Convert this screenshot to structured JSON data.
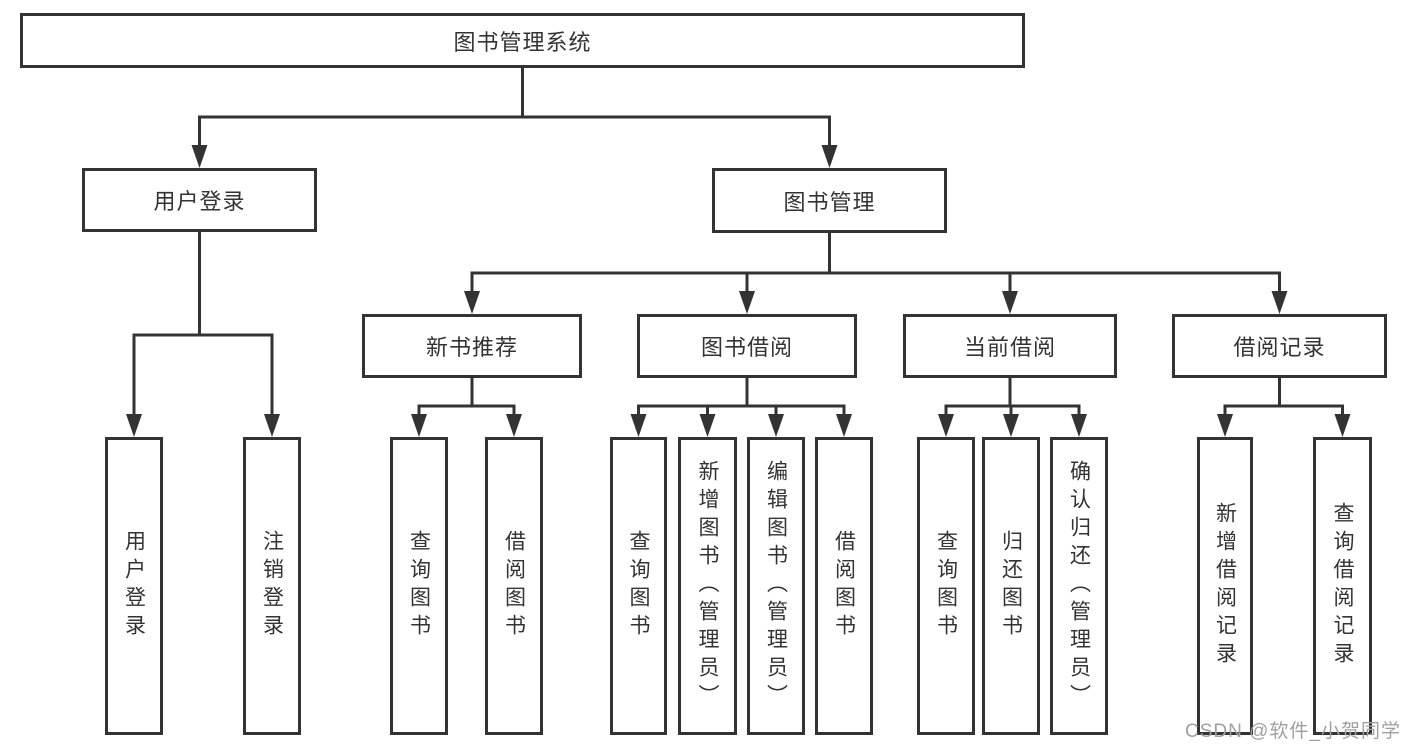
{
  "tree": {
    "root": {
      "label": "图书管理系统"
    },
    "login_branch": {
      "label": "用户登录",
      "children": [
        {
          "label": "用户登录"
        },
        {
          "label": "注销登录"
        }
      ]
    },
    "mgmt_branch": {
      "label": "图书管理",
      "groups": [
        {
          "label": "新书推荐",
          "children": [
            {
              "label": "查询图书"
            },
            {
              "label": "借阅图书"
            }
          ]
        },
        {
          "label": "图书借阅",
          "children": [
            {
              "label": "查询图书"
            },
            {
              "label": "新增图书（管理员）"
            },
            {
              "label": "编辑图书（管理员）"
            },
            {
              "label": "借阅图书"
            }
          ]
        },
        {
          "label": "当前借阅",
          "children": [
            {
              "label": "查询图书"
            },
            {
              "label": "归还图书"
            },
            {
              "label": "确认归还（管理员）"
            }
          ]
        },
        {
          "label": "借阅记录",
          "children": [
            {
              "label": "新增借阅记录"
            },
            {
              "label": "查询借阅记录"
            }
          ]
        }
      ]
    }
  },
  "watermark": {
    "text": "CSDN @软件_小贺同学"
  },
  "colors": {
    "line": "#333333",
    "text": "#333333",
    "box_background": "#ffffff",
    "background": "#ffffff",
    "watermark": "#a0a0a0"
  }
}
